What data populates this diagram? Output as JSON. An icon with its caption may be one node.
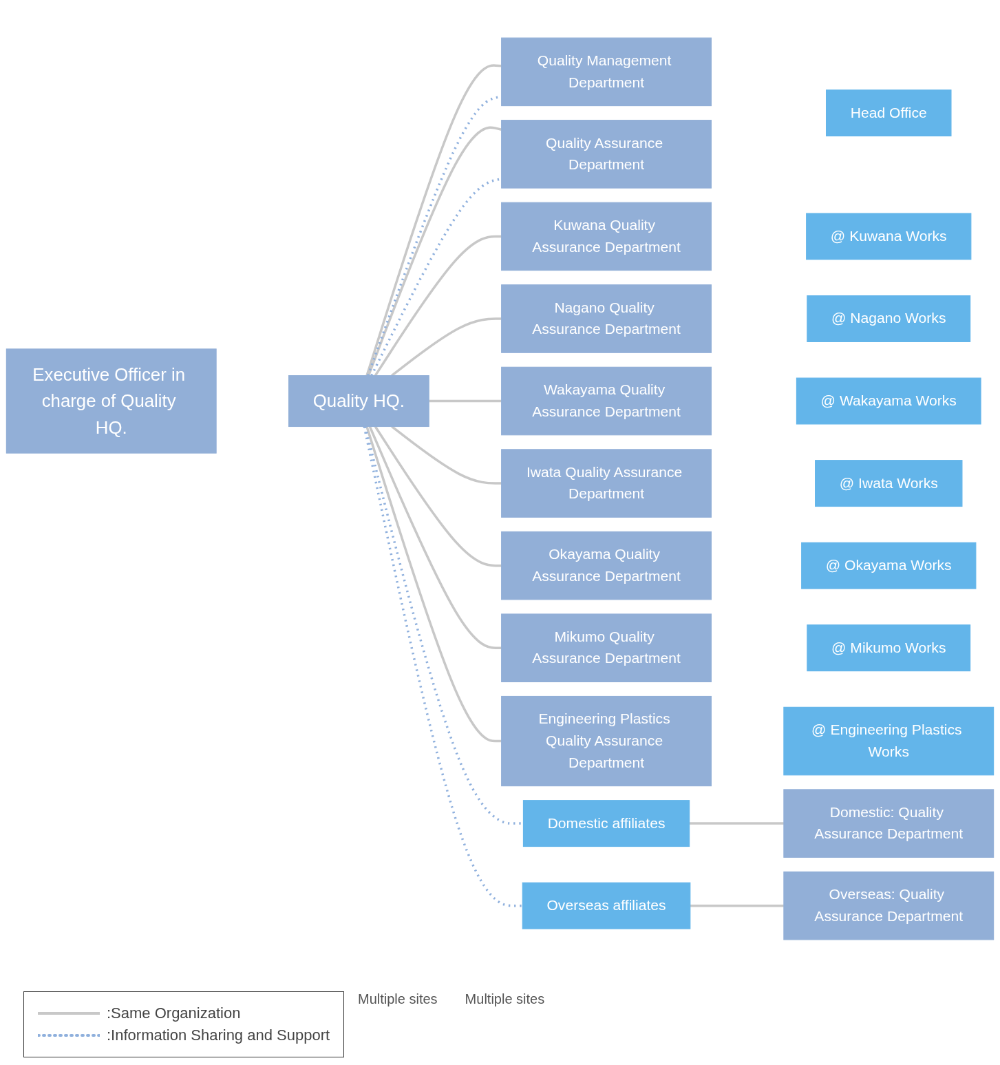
{
  "diagram": {
    "nodes": [
      {
        "text": [
          "Executive Officer in charge of Quality HQ."
        ]
      },
      {
        "text": [
          "Quality HQ."
        ]
      },
      {
        "text": [
          "Quality Management Department"
        ]
      },
      {
        "text": [
          "Quality Assurance Department"
        ]
      },
      {
        "text": [
          "Kuwana Quality Assurance Department"
        ]
      },
      {
        "text": [
          "Nagano Quality Assurance Department"
        ]
      },
      {
        "text": [
          "Wakayama Quality Assurance Department"
        ]
      },
      {
        "text": [
          "Iwata Quality Assurance Department"
        ]
      },
      {
        "text": [
          "Okayama Quality Assurance Department"
        ]
      },
      {
        "text": [
          "Mikumo Quality Assurance Department"
        ]
      },
      {
        "text": [
          "Engineering Plastics Quality Assurance Department"
        ]
      },
      {
        "text": [
          "Head Office"
        ]
      },
      {
        "text": [
          "@ Kuwana Works"
        ]
      },
      {
        "text": [
          "@ Nagano Works"
        ]
      },
      {
        "text": [
          "@ Wakayama Works"
        ]
      },
      {
        "text": [
          "@ Iwata Works"
        ]
      },
      {
        "text": [
          "@ Okayama Works"
        ]
      },
      {
        "text": [
          "@ Mikumo Works"
        ]
      },
      {
        "text": [
          "@ Engineering Plastics Works"
        ]
      },
      {
        "text": [
          "Domestic affiliates"
        ]
      },
      {
        "text": [
          "Domestic: Quality Assurance Department"
        ]
      },
      {
        "text": [
          "Overseas affiliates"
        ]
      },
      {
        "text": [
          "Overseas: Quality Assurance Department"
        ]
      }
    ],
    "edges": [
      {
        "from": 1,
        "to": 2,
        "arrow": "none"
      },
      {
        "from": 1,
        "to": 3,
        "arrow": "none"
      },
      {
        "from": 1,
        "to": 4,
        "arrow": "none"
      },
      {
        "from": 1,
        "to": 5,
        "arrow": "none"
      },
      {
        "from": 1,
        "to": 6,
        "arrow": "none"
      },
      {
        "from": 1,
        "to": 7,
        "arrow": "none"
      },
      {
        "from": 1,
        "to": 8,
        "arrow": "none"
      },
      {
        "from": 1,
        "to": 9,
        "arrow": "none"
      },
      {
        "from": 1,
        "to": 10,
        "arrow": "none"
      },
      {
        "from": 1,
        "to": 2,
        "arrow": "none",
        "style": "dashed",
        "color": "#8fb0dd"
      },
      {
        "from": 1,
        "to": 3,
        "arrow": "none",
        "style": "dashed",
        "color": "#8fb0dd"
      },
      {
        "from": 1,
        "to": 19,
        "arrow": "none",
        "style": "dashed",
        "color": "#8fb0dd"
      },
      {
        "from": 1,
        "to": 21,
        "arrow": "none",
        "style": "dashed",
        "color": "#8fb0dd"
      },
      {
        "from": 19,
        "to": 20,
        "arrow": "none"
      },
      {
        "from": 21,
        "to": 22,
        "arrow": "none"
      }
    ],
    "labels": [
      "Multiple sites",
      "Multiple sites"
    ],
    "legend": [
      {
        "text": ":Same Organization"
      },
      {
        "text": ":Information Sharing and Support"
      }
    ]
  }
}
